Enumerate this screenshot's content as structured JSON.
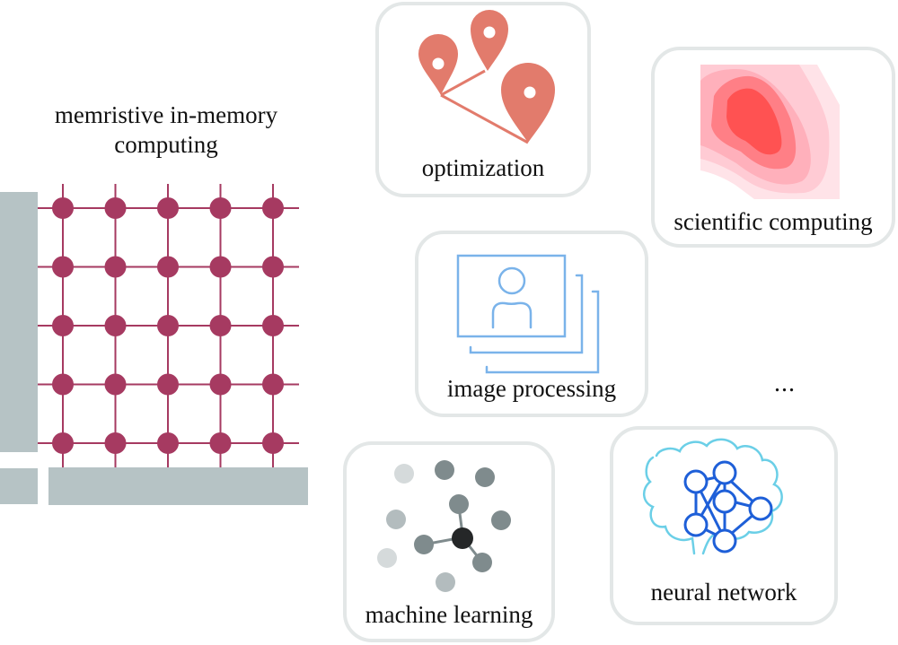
{
  "main": {
    "title_line1": "memristive in-memory",
    "title_line2": "computing",
    "crossbar": {
      "rows": 5,
      "cols": 5,
      "node_color": "#a63a61",
      "line_color": "#a63a61",
      "bar_color": "#b6c3c5"
    },
    "cards": {
      "optimization": {
        "label": "optimization",
        "icon": "map-pin-route-icon",
        "color": "#e27b6c"
      },
      "scientific_computing": {
        "label": "scientific computing",
        "icon": "contour-heatmap-icon",
        "colors": [
          "#ffe3e8",
          "#ffcbd4",
          "#ffb0bb",
          "#ff7f86",
          "#ff5252"
        ]
      },
      "image_processing": {
        "label": "image processing",
        "icon": "image-stack-person-icon",
        "color": "#7ab3ea"
      },
      "machine_learning": {
        "label": "machine learning",
        "icon": "node-cluster-icon",
        "colors": [
          "#d5dadb",
          "#b3bcbe",
          "#7f8b8d",
          "#252728"
        ]
      },
      "neural_network": {
        "label": "neural network",
        "icon": "brain-network-icon",
        "colors": [
          "#6bcfe7",
          "#1e5fd8"
        ]
      }
    },
    "ellipsis": "..."
  }
}
